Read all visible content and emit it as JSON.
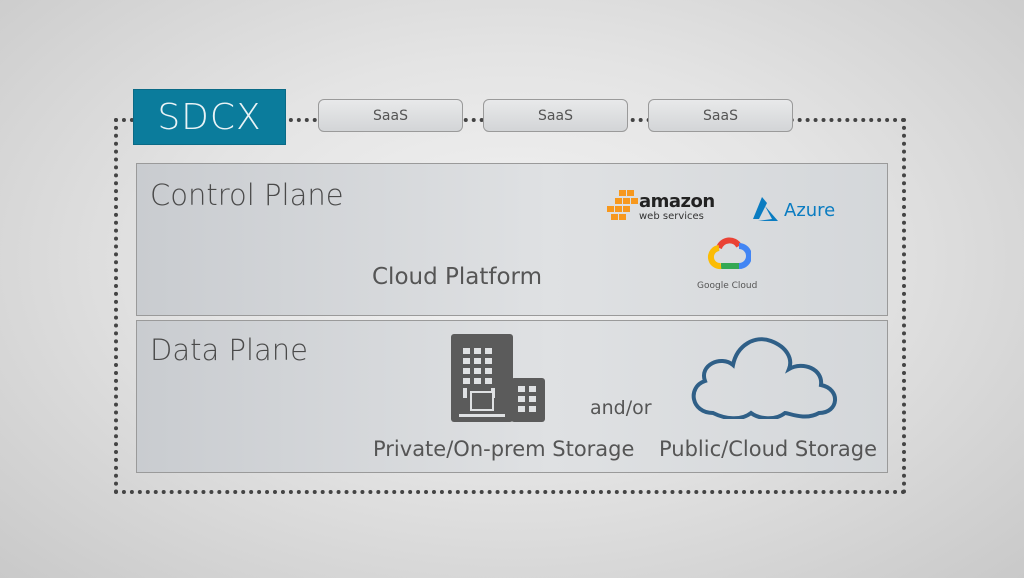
{
  "diagram": {
    "brand": "SDCX",
    "saas_boxes": [
      {
        "label": "SaaS"
      },
      {
        "label": "SaaS"
      },
      {
        "label": "SaaS"
      }
    ],
    "control_plane": {
      "title": "Control Plane",
      "subtitle": "Cloud Platform",
      "providers": [
        {
          "name": "amazon",
          "sub": "web services",
          "icon": "aws-logo-icon"
        },
        {
          "name": "Azure",
          "icon": "azure-logo-icon"
        },
        {
          "name": "Google Cloud",
          "icon": "google-cloud-logo-icon"
        }
      ]
    },
    "data_plane": {
      "title": "Data Plane",
      "private_label": "Private/On-prem Storage",
      "connector": "and/or",
      "public_label": "Public/Cloud Storage"
    },
    "colors": {
      "brand": "#0b7c9c",
      "aws_orange": "#f7981d",
      "azure_blue": "#0a7cc1",
      "cloud_outline": "#2f5f87",
      "building": "#5b5b5b"
    }
  }
}
